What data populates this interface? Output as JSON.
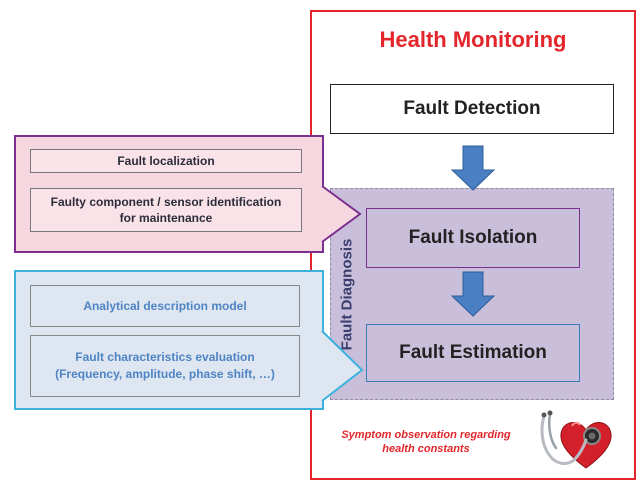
{
  "health_monitoring": {
    "title": "Health Monitoring",
    "fault_detection": "Fault Detection",
    "fault_diagnosis_label": "Fault Diagnosis",
    "fault_isolation": "Fault Isolation",
    "fault_estimation": "Fault Estimation",
    "symptom_line1": "Symptom observation regarding",
    "symptom_line2": "health constants"
  },
  "localization_panel": {
    "item1": "Fault localization",
    "item2_line1": "Faulty component / sensor identification",
    "item2_line2": "for maintenance"
  },
  "analysis_panel": {
    "item1": "Analytical description model",
    "item2_line1": "Fault characteristics evaluation",
    "item2_line2": "(Frequency, amplitude, phase shift, …)"
  },
  "icons": {
    "arrow": "down-arrow-icon",
    "heart": "heart-stethoscope-icon"
  },
  "colors": {
    "accent_red": "#e3262b",
    "purple": "#7b2f8f",
    "cyan": "#3bb2dc",
    "diagnosis_fill": "#c9bfdb",
    "arrow_blue": "#4a7fc4",
    "analysis_text": "#4f84c4"
  }
}
